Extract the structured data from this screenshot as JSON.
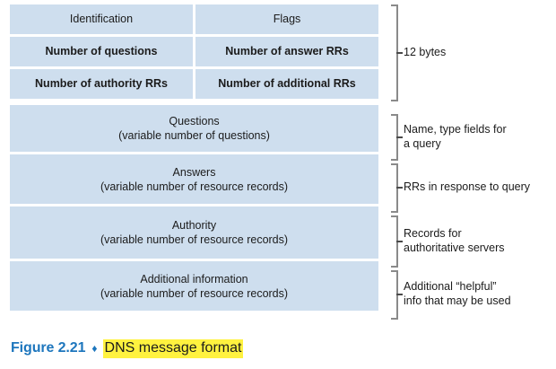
{
  "figure": {
    "header_rows": [
      [
        {
          "label": "Identification",
          "weight": "light"
        },
        {
          "label": "Flags",
          "weight": "light"
        }
      ],
      [
        {
          "label": "Number of questions",
          "weight": "semi"
        },
        {
          "label": "Number of answer RRs",
          "weight": "semi"
        }
      ],
      [
        {
          "label": "Number of authority RRs",
          "weight": "semi"
        },
        {
          "label": "Number of additional RRs",
          "weight": "semi"
        }
      ]
    ],
    "sections": [
      {
        "title": "Questions",
        "subtitle": "(variable number of questions)"
      },
      {
        "title": "Answers",
        "subtitle": "(variable number of resource records)"
      },
      {
        "title": "Authority",
        "subtitle": "(variable number of resource records)"
      },
      {
        "title": "Additional information",
        "subtitle": "(variable number of resource records)"
      }
    ],
    "annotations": [
      {
        "line1": "12 bytes",
        "line2": ""
      },
      {
        "line1": "Name, type fields for",
        "line2": "a query"
      },
      {
        "line1": "RRs in response to query",
        "line2": ""
      },
      {
        "line1": "Records for",
        "line2": "authoritative servers"
      },
      {
        "line1": "Additional “helpful”",
        "line2": "info that may be used"
      }
    ],
    "caption": {
      "figure_number": "Figure 2.21",
      "bullet": "♦",
      "title": "DNS message format"
    },
    "colors": {
      "cell_fill": "#cedeee",
      "bracket": "#8a8a8a",
      "caption_blue": "#1d76bd",
      "highlight_yellow": "#fff23f",
      "text": "#1b1b1b"
    }
  }
}
